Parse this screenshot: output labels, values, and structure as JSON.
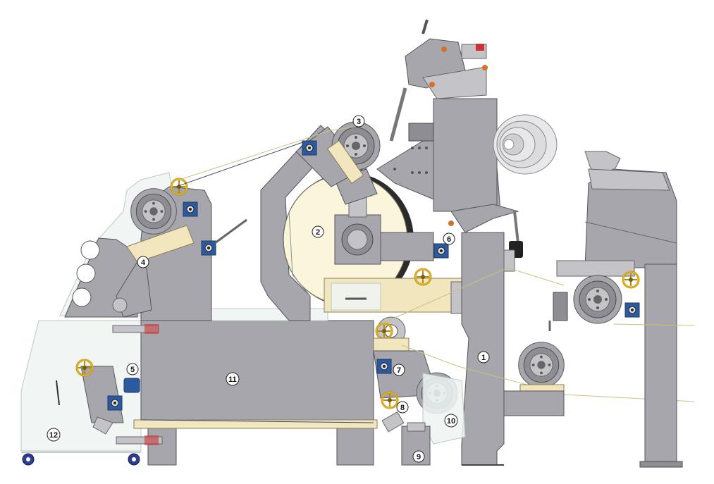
{
  "callouts": [
    {
      "label": "1"
    },
    {
      "label": "2"
    },
    {
      "label": "3"
    },
    {
      "label": "4"
    },
    {
      "label": "5"
    },
    {
      "label": "6"
    },
    {
      "label": "7"
    },
    {
      "label": "8"
    },
    {
      "label": "9"
    },
    {
      "label": "10"
    },
    {
      "label": "11"
    },
    {
      "label": "12"
    }
  ],
  "colors": {
    "frame": "#a7a6ad",
    "drum": "#fbf5dc",
    "guard": "#eef5f3",
    "handwheel": "#e0b21e",
    "bearing": "#2c5a9e"
  }
}
